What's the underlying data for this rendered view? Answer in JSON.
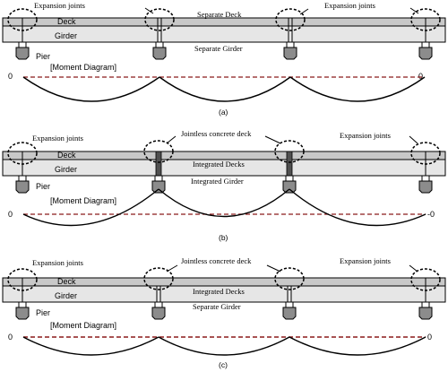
{
  "panels": [
    {
      "caption": "(a)",
      "labels": {
        "expansion_left": "Expansion joints",
        "deck": "Deck",
        "girder": "Girder",
        "pier": "Pier",
        "moment": "[Moment Diagram]",
        "center_top": "Separate Deck",
        "center_bottom": "Separate Girder",
        "expansion_right": "Expansion joints",
        "zero_left": "0",
        "zero_right": "0"
      }
    },
    {
      "caption": "(b)",
      "labels": {
        "expansion_left": "Expansion joints",
        "deck": "Deck",
        "girder": "Girder",
        "pier": "Pier",
        "moment": "[Moment Diagram]",
        "jointless": "Jointless concrete deck",
        "center_top": "Integrated Decks",
        "center_bottom": "Integrated Girder",
        "expansion_right": "Expansion joints",
        "zero_left": "0",
        "zero_right": "-0"
      }
    },
    {
      "caption": "(c)",
      "labels": {
        "expansion_left": "Expansion joints",
        "deck": "Deck",
        "girder": "Girder",
        "pier": "Pier",
        "moment": "[Moment Diagram]",
        "jointless": "Jointless concrete deck",
        "center_top": "Integrated Decks",
        "center_bottom": "Separate Girder",
        "expansion_right": "Expansion joints",
        "zero_left": "0",
        "zero_right": "0"
      }
    }
  ],
  "colors": {
    "deck_fill": "#c8c8c8",
    "girder_fill": "#e6e6e6",
    "pier_fill": "#8c8c8c",
    "dashed_axis": "#8b1a1a",
    "integrated_joint": "#505050"
  }
}
